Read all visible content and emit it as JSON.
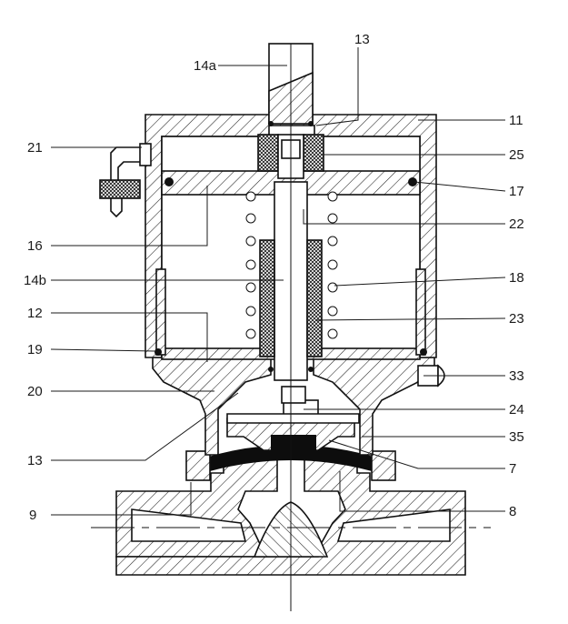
{
  "diagram": {
    "labels": {
      "l13a": "13",
      "l14a": "14a",
      "l11": "11",
      "l21": "21",
      "l25": "25",
      "l17": "17",
      "l22": "22",
      "l16": "16",
      "l14b": "14b",
      "l18": "18",
      "l12": "12",
      "l23": "23",
      "l19": "19",
      "l33": "33",
      "l20": "20",
      "l24": "24",
      "l13b": "13",
      "l35": "35",
      "l7": "7",
      "l9": "9",
      "l8": "8"
    },
    "colors": {
      "line": "#111111",
      "fill": "#ffffff",
      "dark": "#0d0d0d"
    }
  }
}
